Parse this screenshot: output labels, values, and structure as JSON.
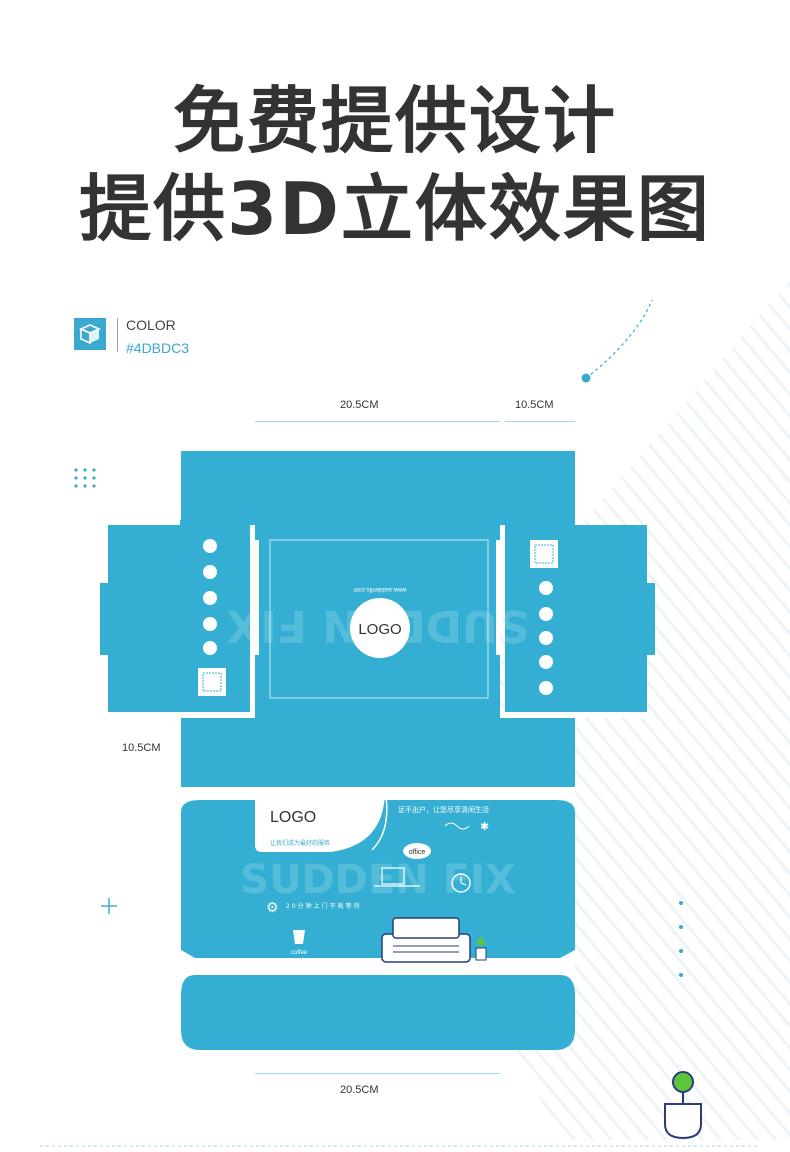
{
  "headline": {
    "line1": "免费提供设计",
    "line2": "提供3D立体效果图"
  },
  "color_info": {
    "label": "COLOR",
    "hex": "#4DBDC3",
    "icon": "box-icon",
    "accent": "#39A9CE"
  },
  "dimensions": {
    "top_width": "20.5CM",
    "top_depth": "10.5CM",
    "side_depth": "10.5CM",
    "bottom_width": "20.5CM"
  },
  "box_print": {
    "logo_center": "LOGO",
    "logo_bubble": "LOGO",
    "brand_watermark_top": "SUDDEN FIX",
    "brand_watermark_bottom": "SUDDEN FIX",
    "website": "www.suddenfix.com",
    "slogan": "让我们成为最好的服务",
    "tagline": "足不出户，让您尽享清闲生活",
    "promise": "20分钟上门不耗等待",
    "office_label": "office",
    "coffee_label": "coffee",
    "box_color": "#34AFD3"
  }
}
